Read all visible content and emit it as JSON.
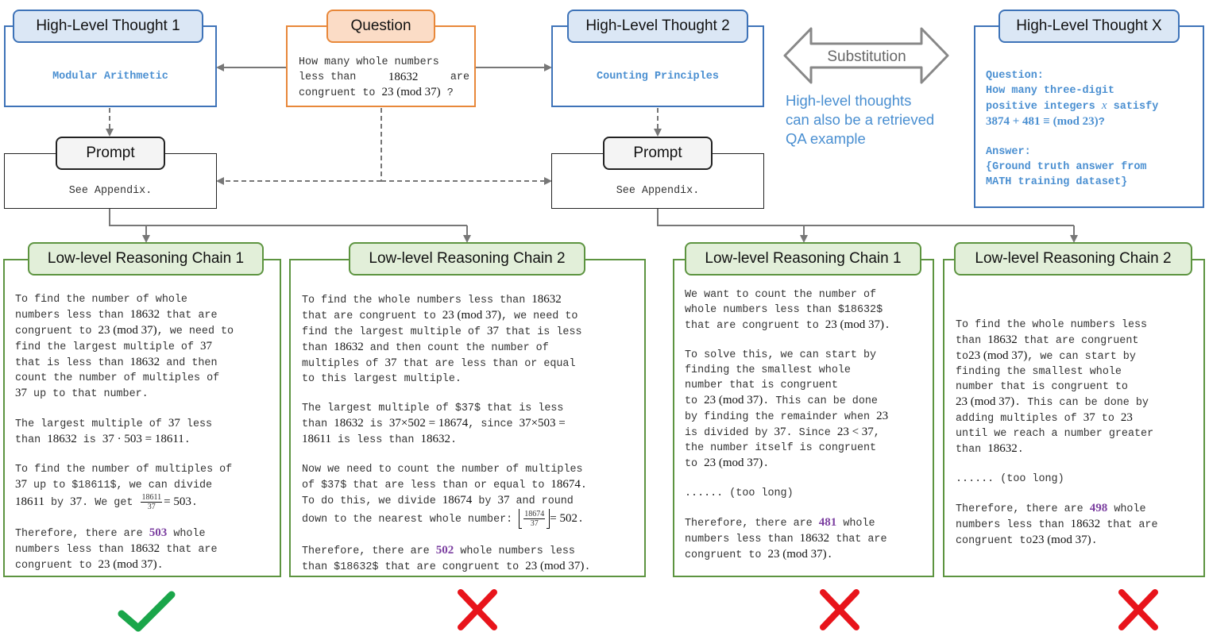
{
  "hlt1": {
    "title": "High-Level Thought 1",
    "content": "Modular Arithmetic"
  },
  "question": {
    "title": "Question",
    "line1": "How many whole numbers",
    "line2a": "less than",
    "line2b": "18632",
    "line2c": "are",
    "line3a": "congruent to",
    "line3b": "23 (mod 37)",
    "line3c": "?"
  },
  "hlt2": {
    "title": "High-Level Thought 2",
    "content": "Counting Principles"
  },
  "substitution": {
    "label": "Substitution",
    "note_line1": "High-level thoughts",
    "note_line2": "can also be a retrieved",
    "note_line3": "QA example"
  },
  "hltx": {
    "title": "High-Level Thought X",
    "q_label": "Question:",
    "q_line1": "How many three-digit",
    "q_line2a": "positive integers",
    "q_line2b": "x",
    "q_line2c": "satisfy",
    "q_line3a": "3874 + 481 ≡ (mod 23)",
    "q_line3b": "?",
    "a_label": "Answer:",
    "a_line1": "{Ground truth answer from",
    "a_line2": "MATH training dataset}"
  },
  "prompt1": {
    "title": "Prompt",
    "content": "See Appendix."
  },
  "prompt2": {
    "title": "Prompt",
    "content": "See Appendix."
  },
  "chain_a1": {
    "title": "Low-level Reasoning Chain 1",
    "p1": [
      "To find the number of whole",
      "numbers less than",
      "18632",
      "that are",
      "congruent to",
      "23 (mod 37)",
      ", we need to",
      "find the largest multiple of",
      "37",
      "that is less than",
      "18632",
      "and then",
      "count the number of multiples of",
      "37",
      "up to that number."
    ],
    "p2": [
      "The largest multiple of",
      "37",
      "less",
      "than",
      "18632",
      "is",
      "37 · 503 = 18611",
      "."
    ],
    "p3": [
      "To find the number of multiples of",
      "37",
      "up to $18611$, we can divide",
      "18611",
      "by",
      "37",
      ". We get",
      "18611",
      "37",
      "= 503",
      "."
    ],
    "p4": [
      "Therefore, there are",
      "503",
      "whole",
      "numbers less than",
      "18632",
      "that are",
      "congruent to",
      "23 (mod 37)",
      "."
    ],
    "verdict": "check"
  },
  "chain_a2": {
    "title": "Low-level Reasoning Chain 2",
    "p1": [
      "To find the whole numbers less than",
      "18632",
      "that are congruent to",
      "23 (mod 37)",
      ", we need to",
      "find the largest multiple of",
      "37",
      "that is less",
      "than",
      "18632",
      "and then count the number of",
      "multiples of",
      "37",
      "that are less than or equal",
      "to this largest multiple."
    ],
    "p2": [
      "The largest multiple of $37$ that is less",
      "than",
      "18632",
      "is",
      "37×502 = 18674",
      ", since",
      "37×503 =",
      "18611",
      "is less than",
      "18632",
      "."
    ],
    "p3": [
      "Now we need to count the number of multiples",
      "of $37$ that are less than or equal to",
      "18674",
      ".",
      "To do this, we divide",
      "18674",
      "by",
      "37",
      "and round",
      "down to the nearest whole number:",
      "18674",
      "37",
      "= 502",
      "."
    ],
    "p4": [
      "Therefore, there are",
      "502",
      "whole numbers less",
      "than $18632$ that are congruent to",
      "23 (mod 37)",
      "."
    ],
    "verdict": "cross"
  },
  "chain_b1": {
    "title": "Low-level Reasoning Chain 1",
    "p1": [
      "We want to count the number of",
      "whole numbers less than $18632$",
      "that are congruent to",
      "23 (mod 37)",
      "."
    ],
    "p2": [
      "To solve this, we can start by",
      "finding the smallest whole",
      "number that is congruent",
      "to",
      "23 (mod 37)",
      ". This can be done",
      "by finding the remainder when",
      "23",
      "is divided by",
      "37",
      ". Since",
      "23 < 37",
      ",",
      "the number itself is congruent",
      "to",
      "23 (mod 37)",
      "."
    ],
    "p3": [
      "...... (too long)"
    ],
    "p4": [
      "Therefore, there are",
      "481",
      "whole",
      "numbers less than",
      "18632",
      "that are",
      "congruent to",
      "23 (mod 37)",
      "."
    ],
    "verdict": "cross"
  },
  "chain_b2": {
    "title": "Low-level Reasoning Chain 2",
    "p1": [
      "To find the whole numbers less",
      "than",
      "18632",
      "that are congruent",
      "to",
      "23 (mod 37)",
      ", we can start by",
      "finding the smallest whole",
      "number that is congruent to",
      "23 (mod 37)",
      ". This can be done by",
      "adding multiples of",
      "37",
      "to",
      "23",
      "until we reach a number greater",
      "than",
      "18632",
      "."
    ],
    "p3": [
      "...... (too long)"
    ],
    "p4": [
      "Therefore, there are",
      "498",
      "whole",
      "numbers less than",
      "18632",
      "that are",
      "congruent to",
      "23 (mod 37)",
      "."
    ],
    "verdict": "cross"
  },
  "colors": {
    "blue": "#3e73b8",
    "orange": "#e8883a",
    "green": "#5d9440",
    "check": "#1aa64a",
    "cross": "#e8141b",
    "answer": "#7b3fa0",
    "note": "#4a8fd1"
  }
}
